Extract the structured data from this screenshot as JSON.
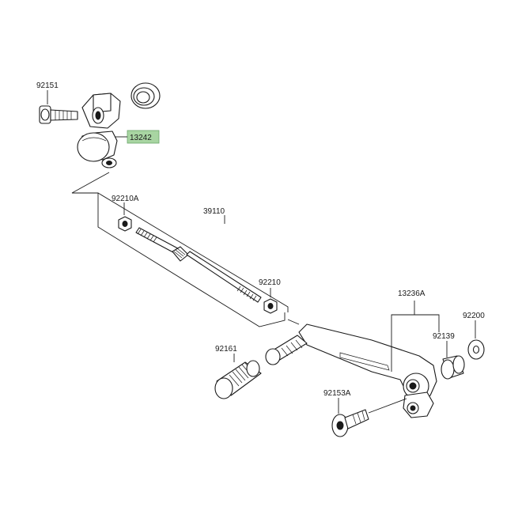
{
  "diagram": {
    "labels": {
      "p92151": "92151",
      "p13242": "13242",
      "p92210A": "92210A",
      "p39110": "39110",
      "p92210": "92210",
      "p13236A": "13236A",
      "p92200": "92200",
      "p92139": "92139",
      "p92161": "92161",
      "p92153A": "92153A"
    },
    "highlight_color": "#a8d5a2"
  }
}
